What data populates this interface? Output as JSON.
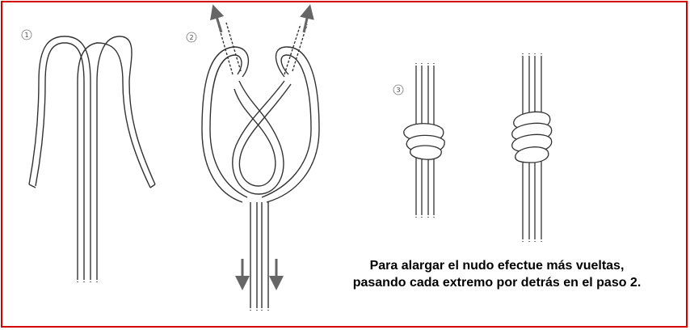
{
  "steps": [
    {
      "label": "1"
    },
    {
      "label": "2"
    },
    {
      "label": "3"
    }
  ],
  "caption": {
    "line1": "Para alargar el nudo efectue más vueltas,",
    "line2": "pasando cada extremo por detrás en el paso 2."
  },
  "colors": {
    "border": "#d40000",
    "rope_stroke": "#333333",
    "rope_fill": "#ffffff",
    "arrow": "#666666"
  }
}
